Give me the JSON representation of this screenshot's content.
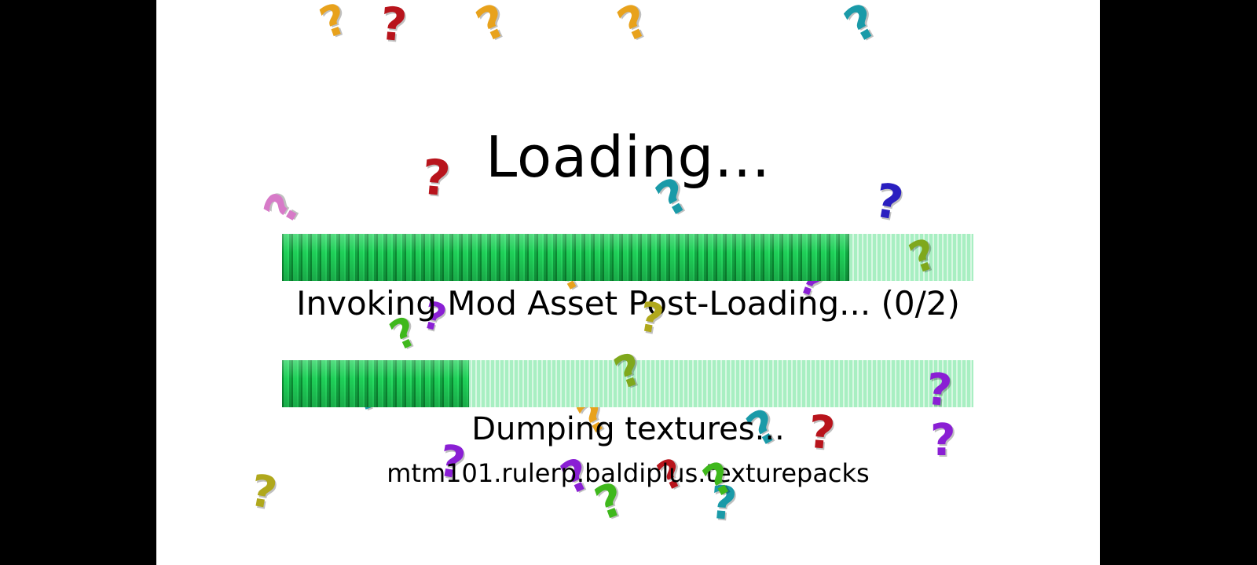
{
  "title": "Loading...",
  "progress_bars": [
    {
      "status": "Invoking Mod Asset Post-Loading... (0/2)",
      "progress": 0.82
    },
    {
      "status": "Dumping textures...",
      "progress": 0.27
    }
  ],
  "current_item": "mtm101.rulerp.baldiplus.texturepacks",
  "decorations": {
    "question_marks": [
      {
        "glyph": "?",
        "color": "#e8a21c"
      },
      {
        "glyph": "?",
        "color": "#b8141c"
      },
      {
        "glyph": "?",
        "color": "#e8a21c"
      },
      {
        "glyph": "?",
        "color": "#e8a21c"
      },
      {
        "glyph": "?",
        "color": "#1a9aa8"
      },
      {
        "glyph": "?",
        "color": "#b8141c"
      },
      {
        "glyph": "?",
        "color": "#d77ac8"
      },
      {
        "glyph": "?",
        "color": "#1a9aa8"
      },
      {
        "glyph": "?",
        "color": "#2a1fc0"
      },
      {
        "glyph": "?",
        "color": "#7fa81c"
      },
      {
        "glyph": "?",
        "color": "#8a1fd4"
      },
      {
        "glyph": "?",
        "color": "#e8a21c"
      },
      {
        "glyph": "?",
        "color": "#b0a81c"
      },
      {
        "glyph": "?",
        "color": "#8a1fd4"
      },
      {
        "glyph": "?",
        "color": "#3fb81c"
      },
      {
        "glyph": "?",
        "color": "#7fa81c"
      },
      {
        "glyph": "?",
        "color": "#3fb81c"
      },
      {
        "glyph": "?",
        "color": "#1a9aa8"
      },
      {
        "glyph": "?",
        "color": "#8a1fd4"
      },
      {
        "glyph": "?",
        "color": "#e8a21c"
      },
      {
        "glyph": "?",
        "color": "#1a9aa8"
      },
      {
        "glyph": "?",
        "color": "#b8141c"
      },
      {
        "glyph": "?",
        "color": "#8a1fd4"
      },
      {
        "glyph": "?",
        "color": "#8a1fd4"
      },
      {
        "glyph": "?",
        "color": "#b0a81c"
      },
      {
        "glyph": "?",
        "color": "#8a1fd4"
      },
      {
        "glyph": "?",
        "color": "#3fb81c"
      },
      {
        "glyph": "?",
        "color": "#3fb81c"
      },
      {
        "glyph": "?",
        "color": "#1a9aa8"
      },
      {
        "glyph": "?",
        "color": "#b8141c"
      }
    ]
  }
}
